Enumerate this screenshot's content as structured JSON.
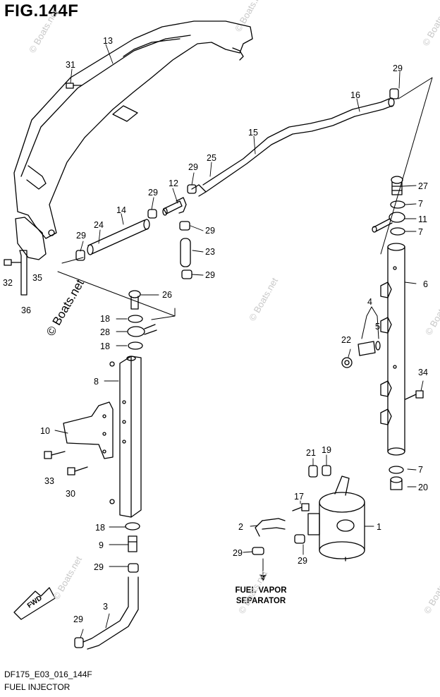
{
  "figure": {
    "title": "FIG.144F",
    "code": "DF175_E03_016_144F",
    "name": "FUEL INJECTOR"
  },
  "annotation": {
    "fuel_vapor_line1": "FUEL VAPOR",
    "fuel_vapor_line2": "SEPARATOR",
    "fwd": "FWD"
  },
  "watermark": {
    "main": "© Boats.net",
    "faint": "© Boats.net"
  },
  "callouts": [
    "13",
    "31",
    "29",
    "16",
    "15",
    "25",
    "29",
    "12",
    "29",
    "14",
    "24",
    "29",
    "29",
    "23",
    "29",
    "27",
    "7",
    "11",
    "7",
    "6",
    "32",
    "35",
    "36",
    "26",
    "18",
    "28",
    "18",
    "4",
    "5",
    "22",
    "34",
    "8",
    "10",
    "33",
    "30",
    "21",
    "19",
    "7",
    "20",
    "17",
    "18",
    "9",
    "29",
    "3",
    "29",
    "2",
    "29",
    "1",
    "29"
  ]
}
